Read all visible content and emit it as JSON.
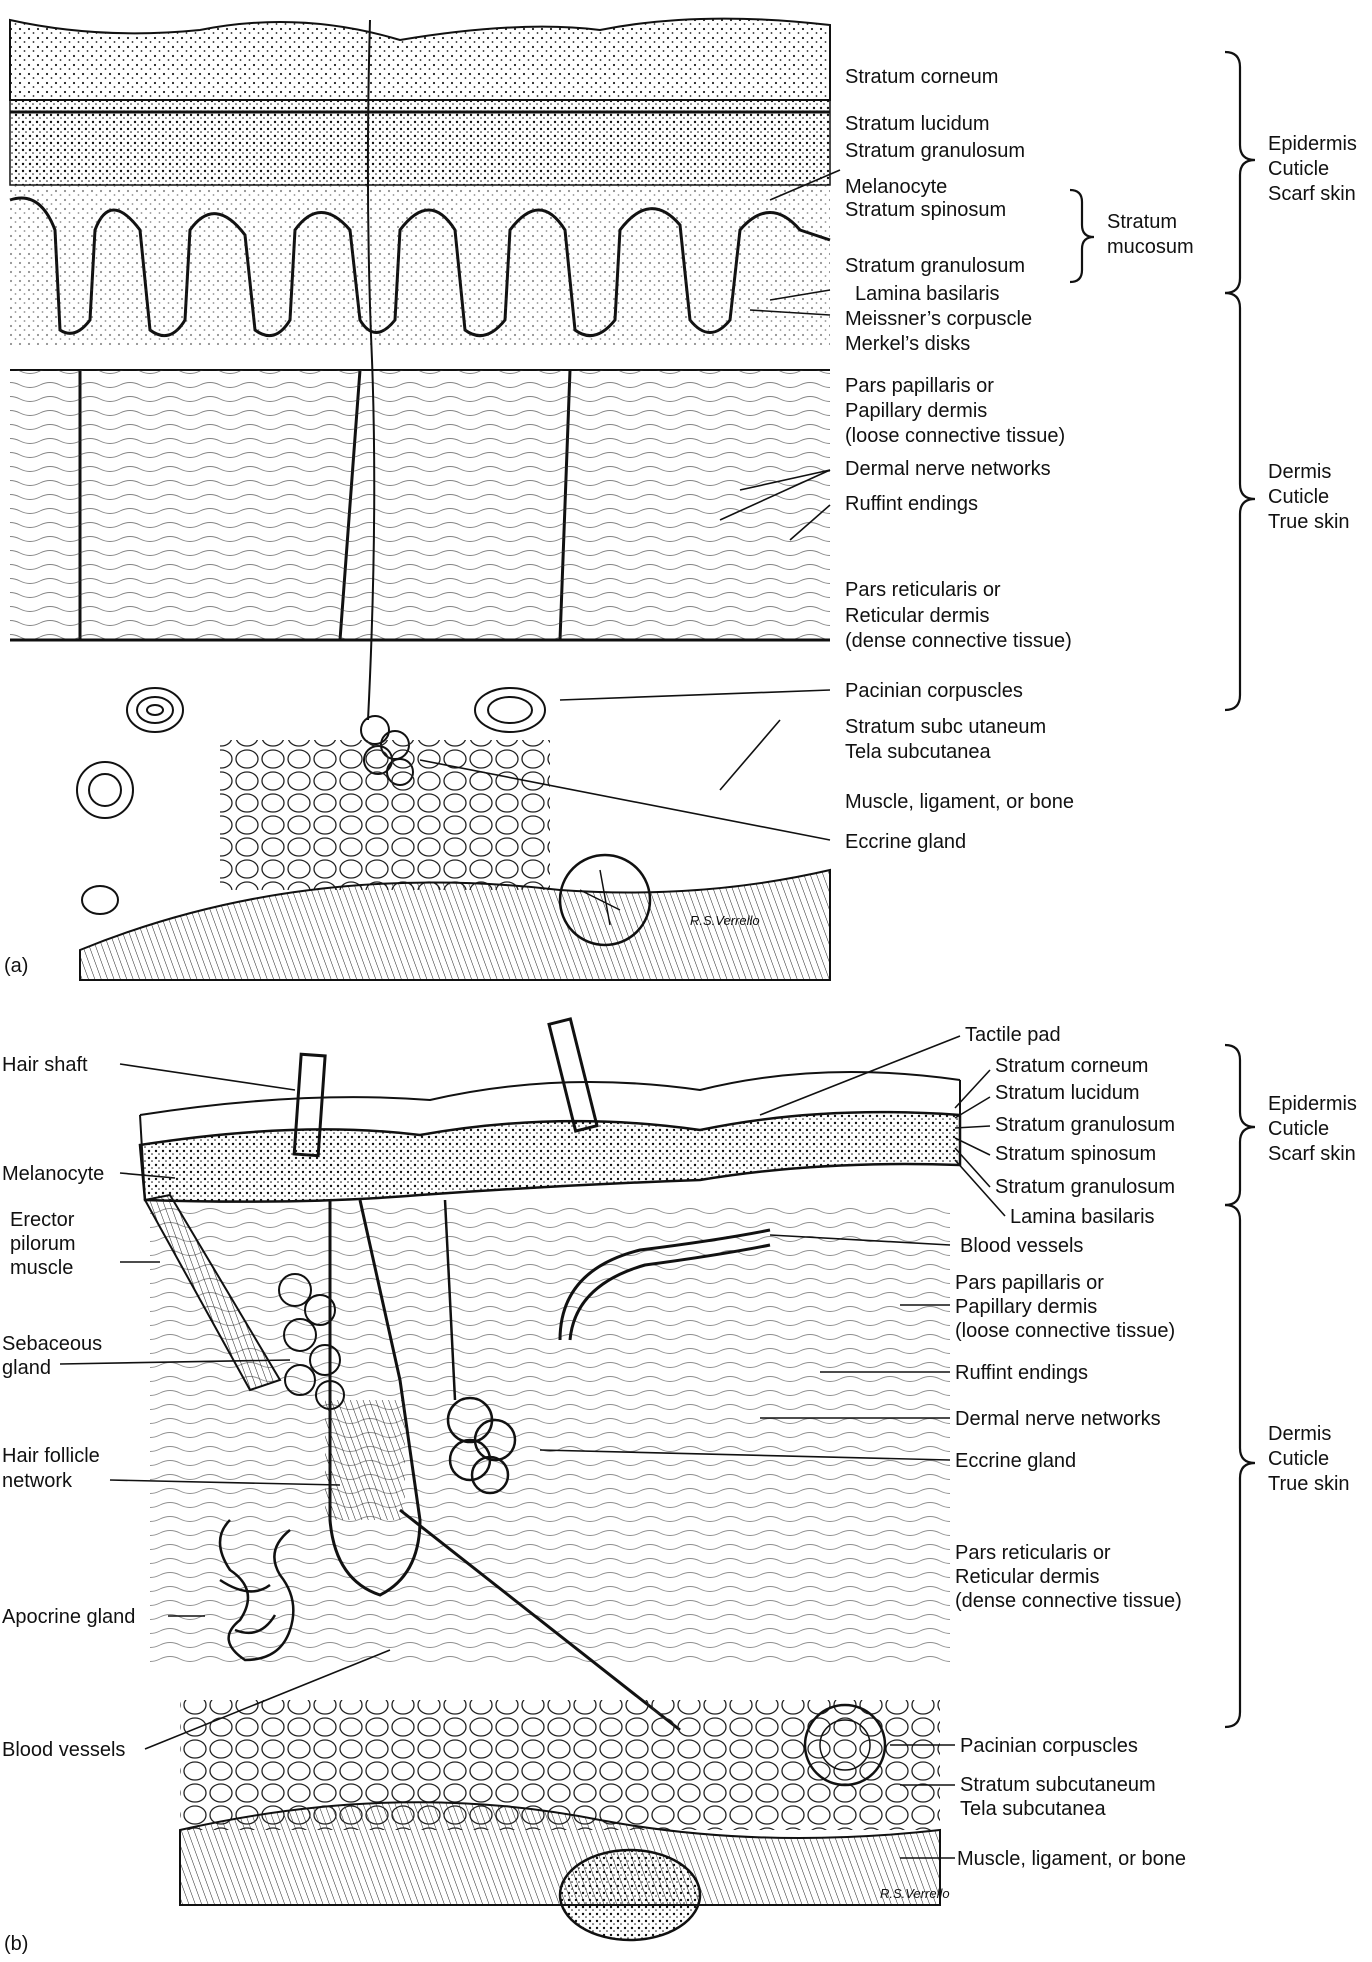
{
  "panel_a": {
    "panel_label": "(a)",
    "labels": {
      "stratum_corneum": "Stratum corneum",
      "stratum_lucidum": "Stratum lucidum",
      "stratum_granulosum_upper": "Stratum granulosum",
      "melanocyte": "Melanocyte",
      "stratum_spinosum": "Stratum spinosum",
      "stratum_granulosum_lower": "Stratum granulosum",
      "lamina_basilaris": "Lamina basilaris",
      "meissners_corpuscle": "Meissner’s corpuscle",
      "merkels_disks": "Merkel’s disks",
      "pars_papillaris_1": "Pars papillaris or",
      "pars_papillaris_2": "Papillary dermis",
      "pars_papillaris_3": "(loose connective tissue)",
      "dermal_nerve_networks": "Dermal nerve networks",
      "ruffint_endings": "Ruffint endings",
      "pars_reticularis_1": "Pars reticularis or",
      "pars_reticularis_2": "Reticular dermis",
      "pars_reticularis_3": "(dense connective tissue)",
      "pacinian_corpuscles": "Pacinian corpuscles",
      "stratum_subcutaneum": "Stratum subc utaneum",
      "tela_subcutanea": "Tela subcutanea",
      "muscle_ligament_bone": "Muscle, ligament, or bone",
      "eccrine_gland": "Eccrine gland"
    },
    "groups": {
      "stratum_mucosum_1": "Stratum",
      "stratum_mucosum_2": "mucosum",
      "epidermis_1": "Epidermis",
      "epidermis_2": "Cuticle",
      "epidermis_3": "Scarf skin",
      "dermis_1": "Dermis",
      "dermis_2": "Cuticle",
      "dermis_3": "True skin"
    },
    "signature": "R.S.Verrello"
  },
  "panel_b": {
    "panel_label": "(b)",
    "left_labels": {
      "hair_shaft": "Hair shaft",
      "melanocyte": "Melanocyte",
      "erector_1": "Erector",
      "erector_2": "pilorum",
      "erector_3": "muscle",
      "sebaceous_1": "Sebaceous",
      "sebaceous_2": "gland",
      "hair_follicle_1": "Hair follicle",
      "hair_follicle_2": "network",
      "apocrine_gland": "Apocrine gland",
      "blood_vessels": "Blood vessels"
    },
    "right_labels": {
      "tactile_pad": "Tactile pad",
      "stratum_corneum": "Stratum corneum",
      "stratum_lucidum": "Stratum lucidum",
      "stratum_granulosum_upper": "Stratum granulosum",
      "stratum_spinosum": "Stratum spinosum",
      "stratum_granulosum_lower": "Stratum granulosum",
      "lamina_basilaris": "Lamina basilaris",
      "blood_vessels": "Blood vessels",
      "pars_papillaris_1": "Pars papillaris or",
      "pars_papillaris_2": "Papillary dermis",
      "pars_papillaris_3": "(loose connective tissue)",
      "ruffint_endings": "Ruffint endings",
      "dermal_nerve_networks": "Dermal nerve networks",
      "eccrine_gland": "Eccrine gland",
      "pars_reticularis_1": "Pars reticularis or",
      "pars_reticularis_2": "Reticular dermis",
      "pars_reticularis_3": "(dense connective tissue)",
      "pacinian_corpuscles": "Pacinian corpuscles",
      "stratum_subcutaneum": "Stratum subcutaneum",
      "tela_subcutanea": "Tela subcutanea",
      "muscle_ligament_bone": "Muscle, ligament, or bone"
    },
    "groups": {
      "epidermis_1": "Epidermis",
      "epidermis_2": "Cuticle",
      "epidermis_3": "Scarf skin",
      "dermis_1": "Dermis",
      "dermis_2": "Cuticle",
      "dermis_3": "True skin"
    },
    "signature": "R.S.Verrello"
  }
}
